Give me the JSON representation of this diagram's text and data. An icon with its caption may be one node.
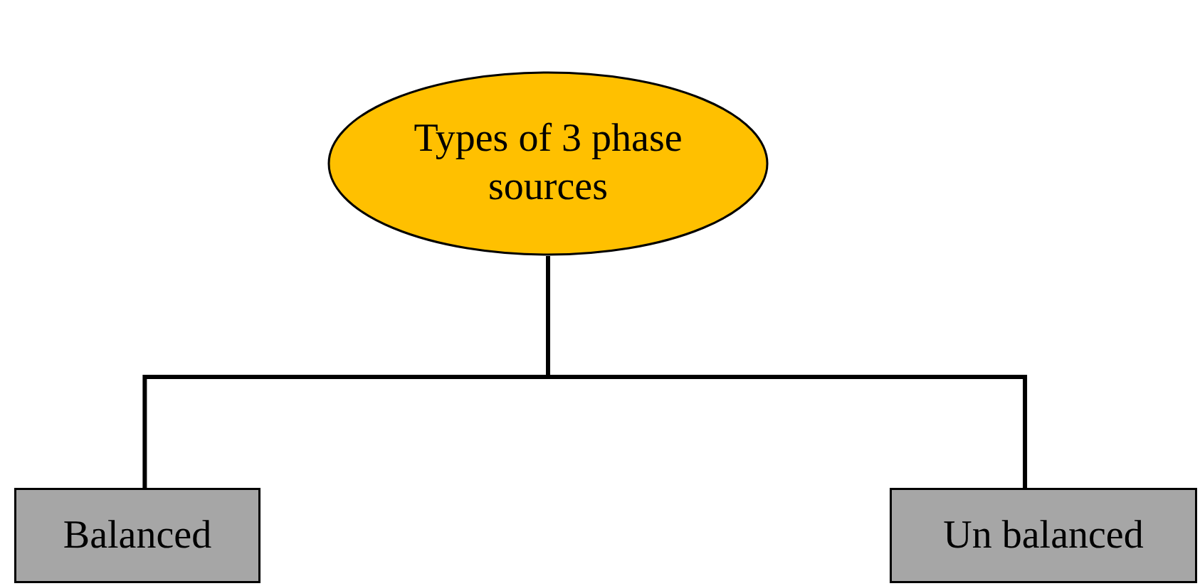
{
  "diagram": {
    "nodes": [
      {
        "text": [
          "Types of 3 phase sources"
        ]
      },
      {
        "text": [
          "Balanced"
        ]
      },
      {
        "text": [
          "Un balanced"
        ]
      }
    ],
    "edges": [
      {
        "from": 0,
        "to": 1,
        "arrow": "none"
      },
      {
        "from": 0,
        "to": 2,
        "arrow": "none"
      }
    ]
  }
}
